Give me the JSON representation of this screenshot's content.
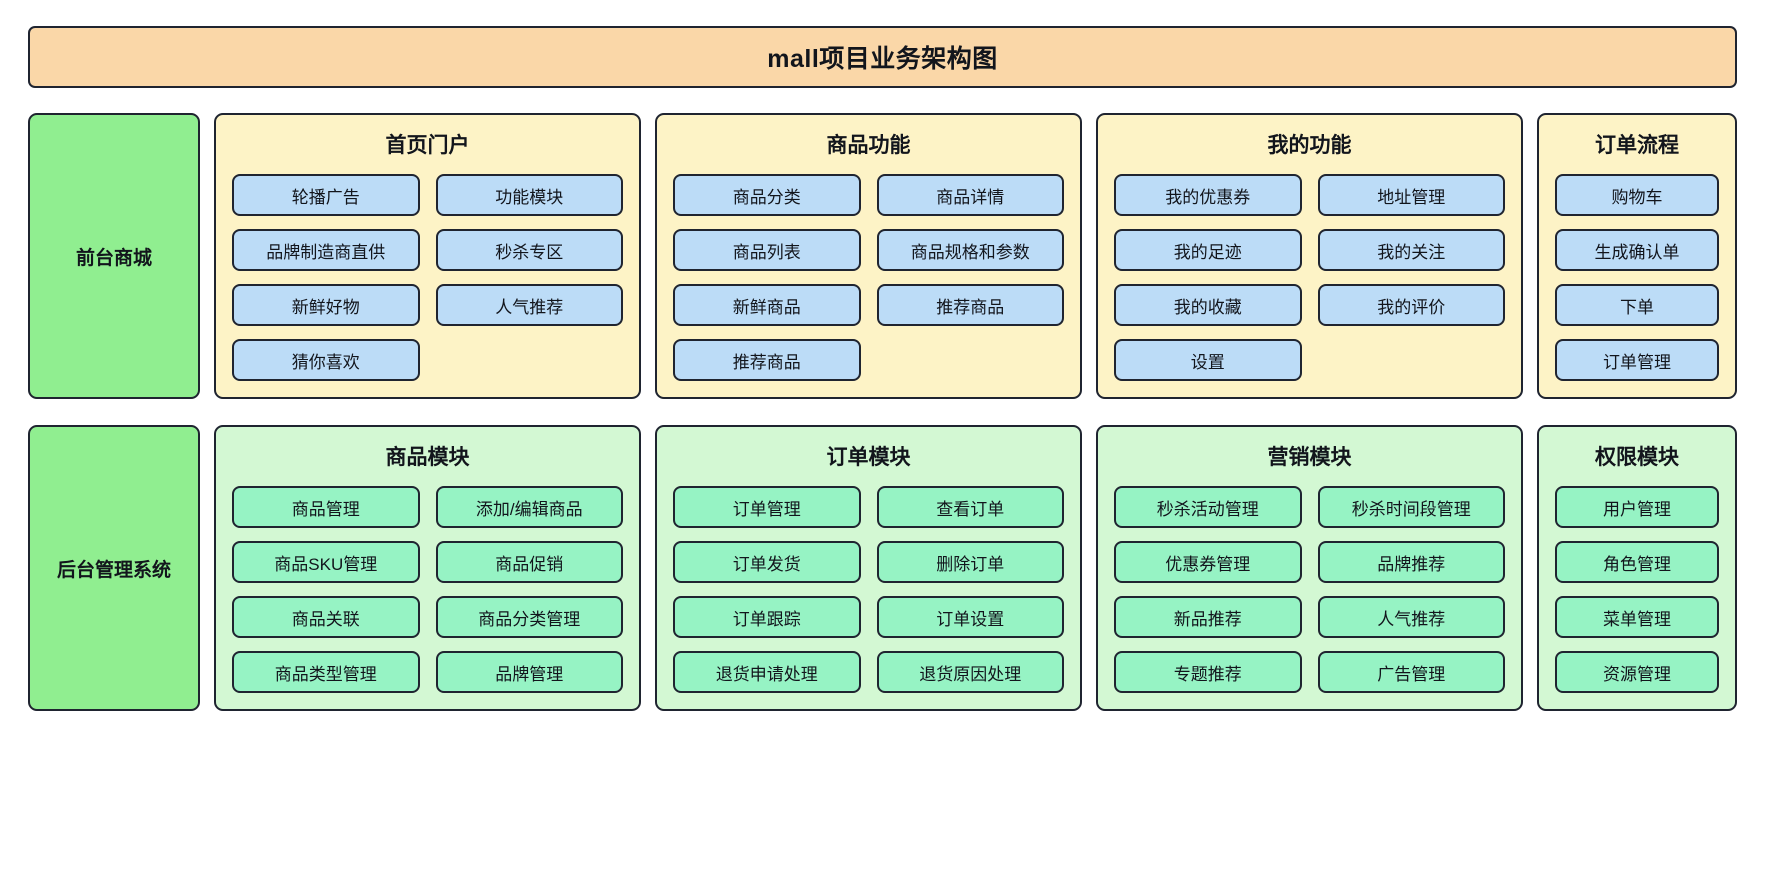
{
  "header": {
    "title": "mall项目业务架构图",
    "bg_color": "#fad7a8"
  },
  "rows": [
    {
      "side_label": "前台商城",
      "side_color": "#90ee90",
      "panel_color": "#fdf3c6",
      "item_color": "#bcdcf7",
      "groups": [
        {
          "title": "首页门户",
          "columns": 2,
          "items": [
            "轮播广告",
            "功能模块",
            "品牌制造商直供",
            "秒杀专区",
            "新鲜好物",
            "人气推荐",
            "猜你喜欢"
          ]
        },
        {
          "title": "商品功能",
          "columns": 2,
          "items": [
            "商品分类",
            "商品详情",
            "商品列表",
            "商品规格和参数",
            "新鲜商品",
            "推荐商品",
            "推荐商品"
          ]
        },
        {
          "title": "我的功能",
          "columns": 2,
          "items": [
            "我的优惠券",
            "地址管理",
            "我的足迹",
            "我的关注",
            "我的收藏",
            "我的评价",
            "设置"
          ]
        },
        {
          "title": "订单流程",
          "columns": 1,
          "items": [
            "购物车",
            "生成确认单",
            "下单",
            "订单管理"
          ]
        }
      ]
    },
    {
      "side_label": "后台管理系统",
      "side_color": "#90ee90",
      "panel_color": "#d3f8d3",
      "item_color": "#96f3c4",
      "groups": [
        {
          "title": "商品模块",
          "columns": 2,
          "items": [
            "商品管理",
            "添加/编辑商品",
            "商品SKU管理",
            "商品促销",
            "商品关联",
            "商品分类管理",
            "商品类型管理",
            "品牌管理"
          ]
        },
        {
          "title": "订单模块",
          "columns": 2,
          "items": [
            "订单管理",
            "查看订单",
            "订单发货",
            "删除订单",
            "订单跟踪",
            "订单设置",
            "退货申请处理",
            "退货原因处理"
          ]
        },
        {
          "title": "营销模块",
          "columns": 2,
          "items": [
            "秒杀活动管理",
            "秒杀时间段管理",
            "优惠券管理",
            "品牌推荐",
            "新品推荐",
            "人气推荐",
            "专题推荐",
            "广告管理"
          ]
        },
        {
          "title": "权限模块",
          "columns": 1,
          "items": [
            "用户管理",
            "角色管理",
            "菜单管理",
            "资源管理"
          ]
        }
      ]
    }
  ]
}
